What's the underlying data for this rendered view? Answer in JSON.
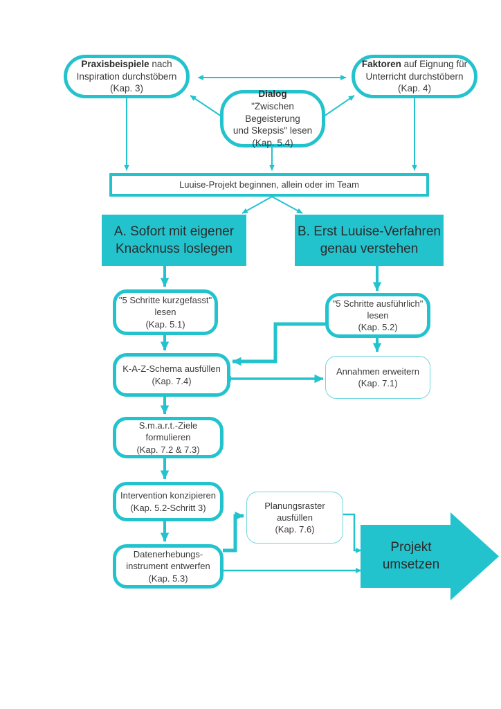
{
  "diagram": {
    "title": "Luuise-Projekt Ablaufdiagramm",
    "colors": {
      "accent": "#23C3CE",
      "accent_light": "#6fd6de",
      "text": "#3a3a3a",
      "background": "#ffffff"
    },
    "nodes": {
      "praxisbeispiele": {
        "line1_bold": "Praxisbeispiele",
        "line1_rest": " nach",
        "line2": "Inspiration durchstöbern",
        "line3": "(Kap. 3)"
      },
      "faktoren": {
        "line1_bold": "Faktoren",
        "line1_rest": " auf Eignung für",
        "line2": "Unterricht durchstöbern",
        "line3": "(Kap. 4)"
      },
      "dialog": {
        "line1_bold": "Dialog",
        "line2": "\"Zwischen Begeisterung",
        "line3": "und Skepsis\" lesen",
        "line4": "(Kap. 5.4)"
      },
      "luuise_start": {
        "label": "Luuise-Projekt beginnen, allein  oder im Team"
      },
      "option_a": {
        "line1": "A. Sofort mit eigener",
        "line2": "Knacknuss loslegen"
      },
      "option_b": {
        "line1": "B. Erst Luuise-Verfahren",
        "line2": "genau verstehen"
      },
      "schritte_kurz": {
        "line1": "\"5 Schritte kurzgefasst\"",
        "line2": "lesen",
        "line3": "(Kap. 5.1)"
      },
      "schritte_ausfuehrlich": {
        "line1": "\"5 Schritte ausführlich\"",
        "line2": "lesen",
        "line3": "(Kap. 5.2)"
      },
      "kaz_schema": {
        "line1": "K-A-Z-Schema ausfüllen",
        "line2": "(Kap. 7.4)"
      },
      "annahmen": {
        "line1": "Annahmen erweitern",
        "line2": "(Kap. 7.1)"
      },
      "smart_ziele": {
        "line1": "S.m.a.r.t.-Ziele formulieren",
        "line2": "(Kap. 7.2 & 7.3)"
      },
      "intervention": {
        "line1": "Intervention konzipieren",
        "line2": "(Kap. 5.2-Schritt 3)"
      },
      "datenerhebung": {
        "line1": "Datenerhebungs-",
        "line2": "instrument entwerfen",
        "line3": "(Kap. 5.3)"
      },
      "planungsraster": {
        "line1": "Planungsraster",
        "line2": "ausfüllen",
        "line3": "(Kap. 7.6)"
      },
      "projekt_umsetzen": {
        "line1": "Projekt",
        "line2": "umsetzen"
      }
    }
  }
}
